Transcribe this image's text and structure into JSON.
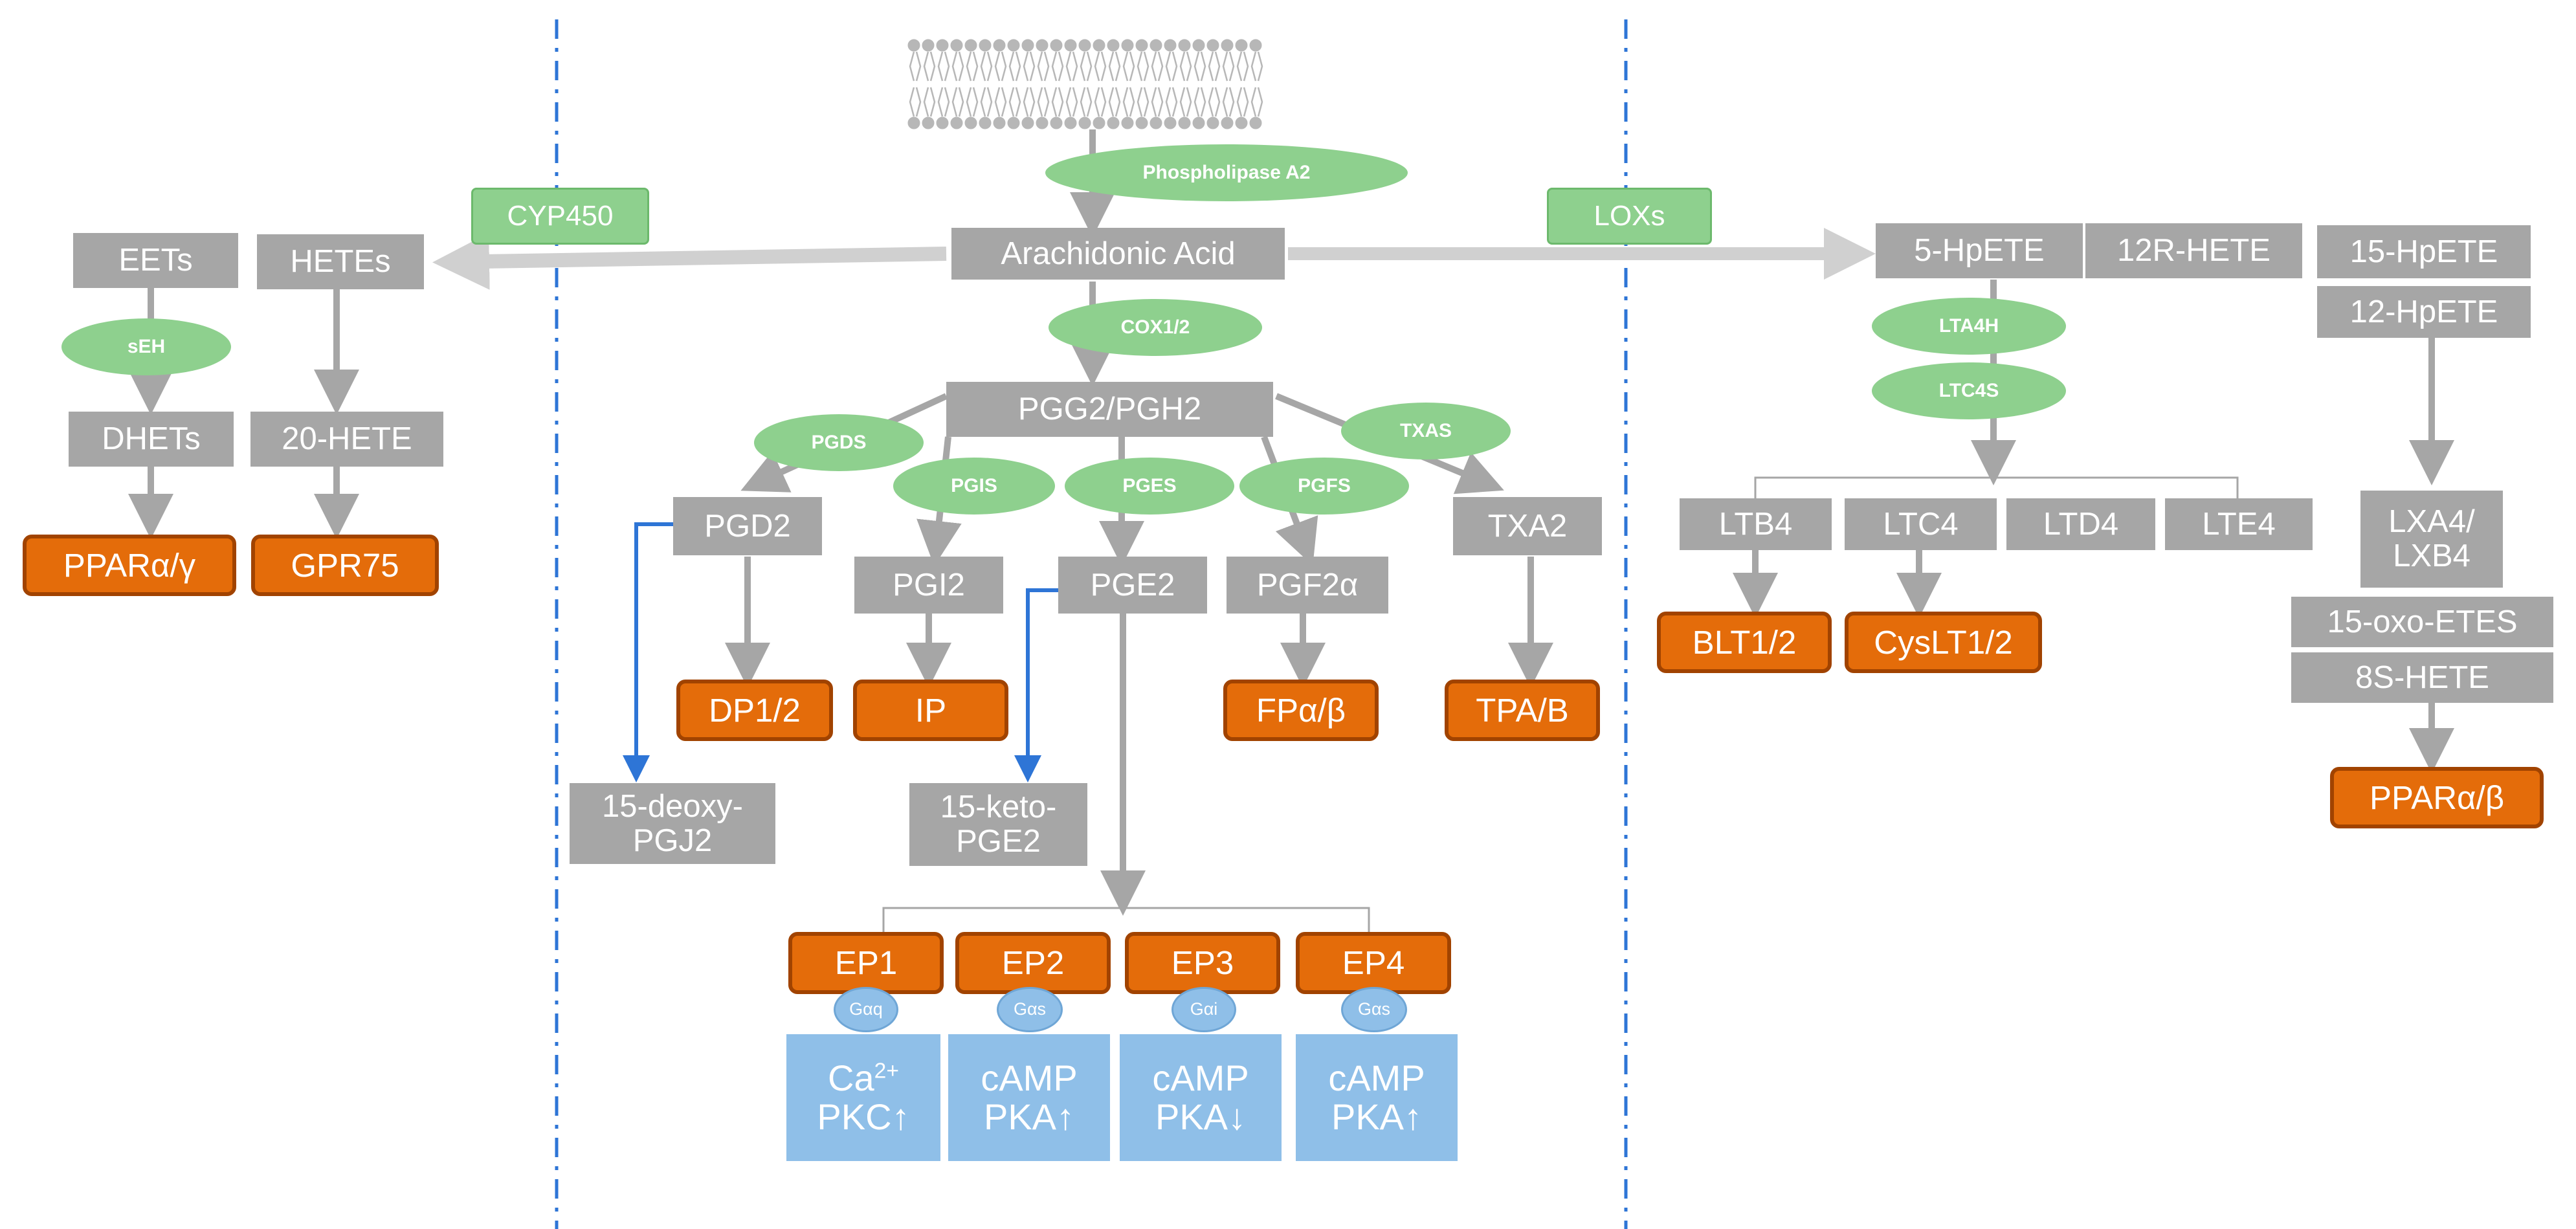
{
  "membrane": {
    "label": ""
  },
  "enzymes": {
    "phospholipase_a2": "Phospholipase A2",
    "cyp450": "CYP450",
    "loxs": "LOXs",
    "cox12": "COX1/2",
    "seh": "sEH",
    "pgds": "PGDS",
    "pgis": "PGIS",
    "pges": "PGES",
    "pgfs": "PGFS",
    "txas": "TXAS",
    "lta4h": "LTA4H",
    "ltc4s": "LTC4S"
  },
  "metabolites": {
    "arachidonic_acid": "Arachidonic Acid",
    "eets": "EETs",
    "hetes": "HETEs",
    "dhets": "DHETs",
    "hete20": "20-HETE",
    "pgg2_pgh2": "PGG2/PGH2",
    "pgd2": "PGD2",
    "pgi2": "PGI2",
    "pge2": "PGE2",
    "pgf2a": "PGF2α",
    "txa2": "TXA2",
    "deoxy_pgj2_line1": "15-deoxy-",
    "deoxy_pgj2_line2": "PGJ2",
    "keto_pge2_line1": "15-keto-",
    "keto_pge2_line2": "PGE2",
    "hpete5": "5-HpETE",
    "hete12r": "12R-HETE",
    "hpete15": "15-HpETE",
    "hpete12": "12-HpETE",
    "ltb4": "LTB4",
    "ltc4": "LTC4",
    "ltd4": "LTD4",
    "lte4": "LTE4",
    "lxa4_line1": "LXA4/",
    "lxa4_line2": "LXB4",
    "oxo_etes15": "15-oxo-ETES",
    "hete8s": "8S-HETE"
  },
  "receptors": {
    "ppar_ag": "PPARα/γ",
    "gpr75": "GPR75",
    "dp12": "DP1/2",
    "ip": "IP",
    "fpab": "FPα/β",
    "tpab": "TPA/B",
    "blt12": "BLT1/2",
    "cyslt12": "CysLT1/2",
    "ppar_ab": "PPARα/β",
    "ep1": "EP1",
    "ep2": "EP2",
    "ep3": "EP3",
    "ep4": "EP4"
  },
  "g_proteins": {
    "ep1": "Gαq",
    "ep2": "Gαs",
    "ep3": "Gαi",
    "ep4": "Gαs"
  },
  "signaling": {
    "ep1_line1": "Ca",
    "ep1_sup": "2+",
    "ep1_line2": "PKC↑",
    "ep2_line1": "cAMP",
    "ep2_line2": "PKA↑",
    "ep3_line1": "cAMP",
    "ep3_line2": "PKA↓",
    "ep4_line1": "cAMP",
    "ep4_line2": "PKA↑"
  },
  "colors": {
    "metabolite": "#a6a6a6",
    "receptor": "#e46c0a",
    "enzyme": "#8ed08e",
    "signaling": "#8fbfe8",
    "divider": "#2e75d6",
    "arrow_grey": "#a6a6a6",
    "arrow_blue": "#2e75d6"
  }
}
